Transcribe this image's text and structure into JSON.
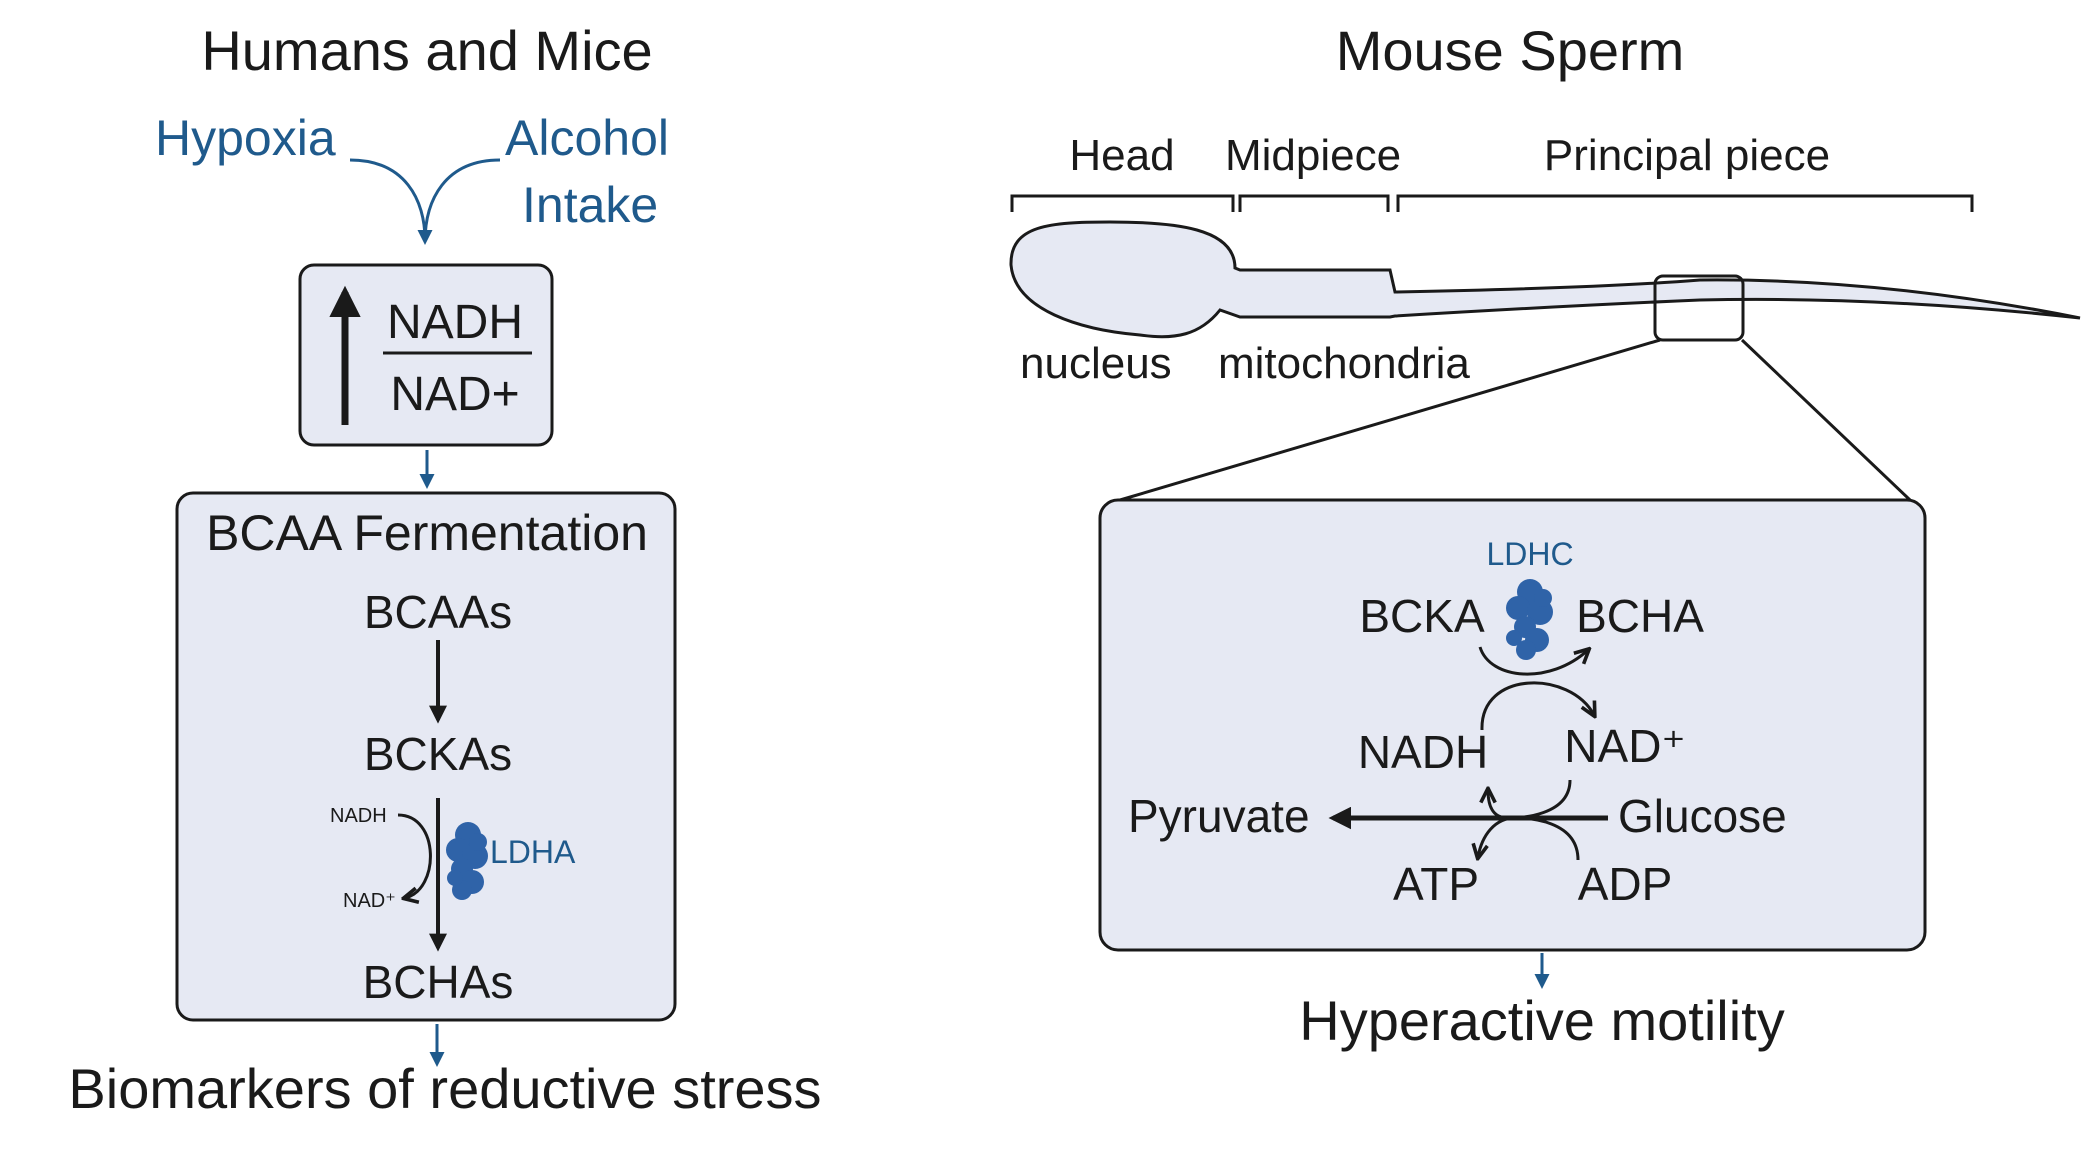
{
  "colors": {
    "blue": "#1f5a8c",
    "box_fill": "#e6e9f3",
    "stroke": "#1a1a1a",
    "protein": "#2f63a8"
  },
  "left": {
    "title": "Humans and Mice",
    "input_1": "Hypoxia",
    "input_2_line1": "Alcohol",
    "input_2_line2": "Intake",
    "ratio_top": "NADH",
    "ratio_bottom": "NAD+",
    "fermentation": {
      "title": "BCAA Fermentation",
      "step_1": "BCAAs",
      "step_2": "BCKAs",
      "step_3": "BCHAs",
      "cofactor_in": "NADH",
      "cofactor_out": "NAD⁺",
      "enzyme": "LDHA"
    },
    "outcome": "Biomarkers of reductive stress"
  },
  "right": {
    "title": "Mouse Sperm",
    "segments": {
      "head": "Head",
      "midpiece": "Midpiece",
      "principal": "Principal piece"
    },
    "nucleus": "nucleus",
    "mitochondria": "mitochondria",
    "zoom": {
      "enzyme": "LDHC",
      "bcka": "BCKA",
      "bcha": "BCHA",
      "nadh": "NADH",
      "nad": "NAD⁺",
      "pyruvate": "Pyruvate",
      "glucose": "Glucose",
      "atp": "ATP",
      "adp": "ADP"
    },
    "outcome": "Hyperactive motility"
  }
}
